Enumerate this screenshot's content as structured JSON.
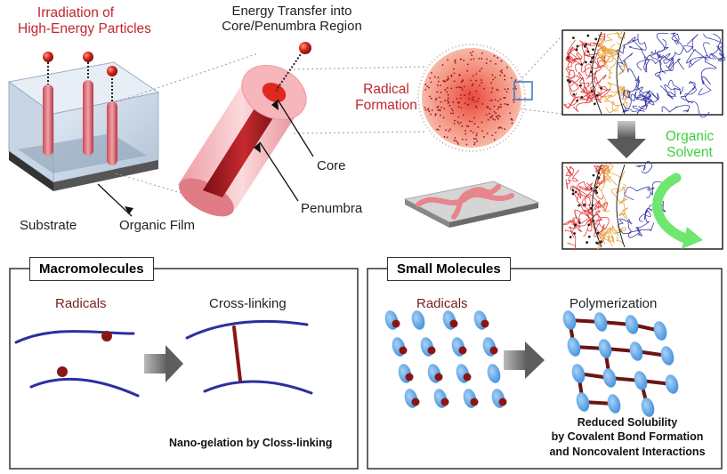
{
  "top": {
    "irradiation_line1": "Irradiation of",
    "irradiation_line2": "High-Energy Particles",
    "energy_line1": "Energy Transfer into",
    "energy_line2": "Core/Penumbra Region",
    "radical_line1": "Radical",
    "radical_line2": "Formation",
    "organic_line1": "Organic",
    "organic_line2": "Solvent",
    "substrate": "Substrate",
    "organic_film": "Organic Film",
    "core": "Core",
    "penumbra": "Penumbra"
  },
  "macro": {
    "title": "Macromolecules",
    "radicals": "Radicals",
    "crosslinking": "Cross-linking",
    "caption": "Nano-gelation by Closs-linking"
  },
  "small": {
    "title": "Small Molecules",
    "radicals": "Radicals",
    "polymerization": "Polymerization",
    "caption_line1": "Reduced Solubility",
    "caption_line2": "by Covalent Bond Formation",
    "caption_line3": "and Noncovalent Interactions"
  },
  "colors": {
    "red_text": "#c0272d",
    "green_text": "#3ecf3e",
    "chain_blue": "#2b2f9e",
    "radical_dot": "#8b1515",
    "molecule_blue": "#5aa6e6",
    "arrow_gray": "#777777"
  }
}
